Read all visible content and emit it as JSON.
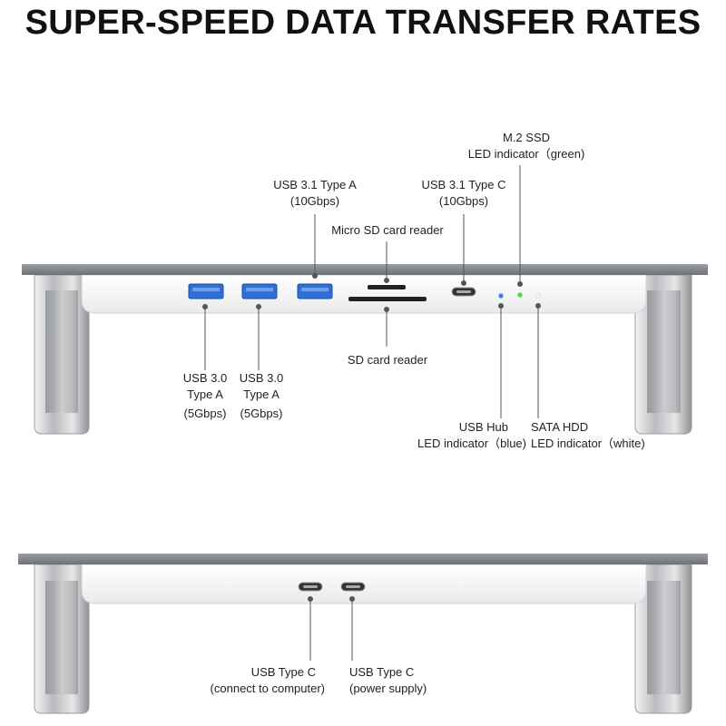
{
  "title": "SUPER-SPEED DATA TRANSFER RATES",
  "labels": {
    "m2_ssd_line1": "M.2 SSD",
    "m2_ssd_line2": "LED indicator（green)",
    "usb31a_line1": "USB 3.1 Type A",
    "usb31a_line2": "(10Gbps)",
    "usb31c_line1": "USB 3.1 Type C",
    "usb31c_line2": "(10Gbps)",
    "microsd": "Micro SD card reader",
    "sd": "SD card reader",
    "usb30a_1_line1": "USB 3.0",
    "usb30a_1_line2": "Type A",
    "usb30a_1_line3": "(5Gbps)",
    "usb30a_2_line1": "USB 3.0",
    "usb30a_2_line2": "Type A",
    "usb30a_2_line3": "(5Gbps)",
    "usbhub_line1": "USB Hub",
    "usbhub_line2": "LED indicator（blue)",
    "sata_line1": "SATA HDD",
    "sata_line2": "LED indicator（white)",
    "usbc_computer_line1": "USB Type C",
    "usbc_computer_line2": "(connect to computer)",
    "usbc_power_line1": "USB Type C",
    "usbc_power_line2": "(power supply)"
  },
  "colors": {
    "port_blue": "#2f6fd6",
    "led_blue": "#3a7de0",
    "led_green": "#5ccf4a",
    "led_white": "#f4f4f4",
    "top_plate": "#8a8d92",
    "leader_line": "#555555"
  }
}
